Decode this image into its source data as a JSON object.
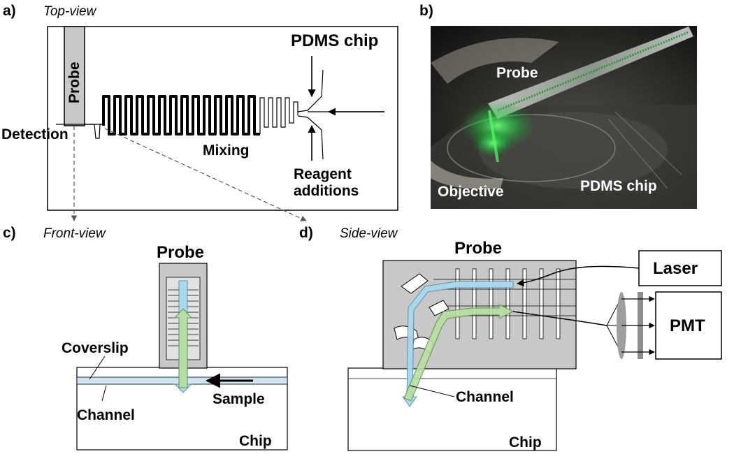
{
  "panels": {
    "a": {
      "letter": "a)",
      "view": "Top-view"
    },
    "b": {
      "letter": "b)"
    },
    "c": {
      "letter": "c)",
      "view": "Front-view"
    },
    "d": {
      "letter": "d)",
      "view": "Side-view"
    }
  },
  "top_view": {
    "probe": "Probe",
    "pdms_chip": "PDMS chip",
    "detection": "Detection",
    "mixing": "Mixing",
    "reagent_line1": "Reagent",
    "reagent_line2": "additions"
  },
  "photo": {
    "probe": "Probe",
    "objective": "Objective",
    "pdms_chip": "PDMS chip"
  },
  "front_view": {
    "probe": "Probe",
    "coverslip": "Coverslip",
    "channel": "Channel",
    "sample": "Sample",
    "chip": "Chip"
  },
  "side_view": {
    "probe": "Probe",
    "laser": "Laser",
    "pmt": "PMT",
    "channel": "Channel",
    "chip": "Chip"
  },
  "colors": {
    "excitation_arrow": "#a8d8ee",
    "emission_arrow": "#b8e0a0",
    "probe_fill": "#c8c8c8",
    "photo_glow": "#33ff55"
  }
}
